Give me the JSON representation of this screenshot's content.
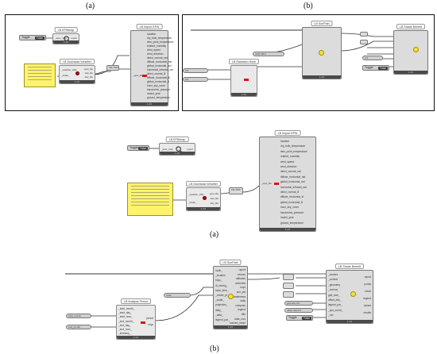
{
  "captions": {
    "top_left": "(a)",
    "top_right": "(b)",
    "middle": "(a)",
    "bottom": "(b)"
  },
  "panel_a_small": {
    "epw_map_title": "LB EPWmap",
    "epw_map_input": "_epw_map",
    "epw_map_output": "report",
    "toggle_label": "Toggle",
    "toggle_value": "False",
    "download_title": "LB Download Weather",
    "download_inputs": [
      "_weather_URL",
      "_folder_"
    ],
    "download_outputs": [
      "epw_file",
      "stat_file",
      "ddy_file"
    ],
    "file_path_label": "File Path",
    "import_title": "LB Import EPW",
    "import_input": "_epw_file",
    "footer": "1.4.0"
  },
  "panel_b_small": {
    "sunpath_title": "LB SunPath",
    "radiation_title": "LB Radiation Rose",
    "shade_title": "LB Shade Benefit",
    "slider_1": "48,0",
    "slider_2": "0,0",
    "toggle_label": "Toggle",
    "toggle_value": "False",
    "north_label": "north",
    "values": [
      "0.0",
      "1.0"
    ],
    "footer": "1.4.0"
  },
  "middle_graph": {
    "toggle_label": "Toggle",
    "toggle_value": "False",
    "epw_map_title": "LB EPWmap",
    "epw_map_input": "_epw_map",
    "epw_map_output": "report",
    "download_title": "LB Download Weather",
    "download_inputs": [
      "_weather_URL",
      "_folder_"
    ],
    "download_outputs": [
      "epw_file",
      "stat_file",
      "ddy_file"
    ],
    "file_path_label": "File Path",
    "import_title": "LB Import EPW",
    "import_input": "_epw_file",
    "import_outputs": [
      "location",
      "dry_bulb_temperature",
      "dew_point_temperature",
      "relative_humidity",
      "wind_speed",
      "wind_direction",
      "direct_normal_rad",
      "diffuse_horizontal_rad",
      "global_horizontal_rad",
      "horizontal_infrared_rad",
      "direct_normal_ill",
      "diffuse_horizontal_ill",
      "global_horizontal_ill",
      "horiz_sky_cover",
      "barometric_pressure",
      "model_year",
      "ground_temperature"
    ],
    "footer": "1.4.0"
  },
  "bottom_graph": {
    "sunpath_title": "LB SunPath",
    "sunpath_inputs": [
      "north_",
      "_location",
      "hoys_",
      "dl_saving_",
      "solar_time_",
      "_center_pt_",
      "_scale_",
      "projection_",
      "daily_",
      "_data_",
      "legend_par_"
    ],
    "sunpath_outputs": [
      "report",
      "vectors",
      "altitudes",
      "azimuths",
      "hoys",
      "sun_pts",
      "analemma",
      "daily",
      "compass",
      "legend",
      "title",
      "data_crvs",
      "colored_mesh"
    ],
    "hoys_title": "LB Analysis Period",
    "hoys_inputs": [
      "_start_month_",
      "_start_day_",
      "_start_hour_",
      "_end_month_",
      "_end_day_",
      "_end_hour_",
      "_timestep_"
    ],
    "hoys_outputs": [
      "period",
      "hoys"
    ],
    "shade_title": "LB Shade Benefit",
    "shade_inputs": [
      "_vectors",
      "_context",
      "_geometry",
      "_normal_",
      "grid_size_",
      "offset_dist_",
      "legend_par_",
      "_cpu_count_",
      "_run"
    ],
    "shade_outputs": [
      "report",
      "points",
      "mesh",
      "legend",
      "values",
      "results"
    ],
    "slider_node": "node",
    "slider_1": "start_month",
    "slider_2": "end_month",
    "slider_3": "grid size",
    "slider_4": "offset dist",
    "slider_value_1": "5.0",
    "slider_value_2": "0.5",
    "toggle_label": "Toggle",
    "toggle_value": "False",
    "footer": "1.4.0"
  },
  "colors": {
    "wire": "#3a3a3a",
    "component_bg": "#e2e2e2",
    "sticky_note": "#fff36b",
    "status_red": "#b80000",
    "sun_yellow": "#f3e23a"
  }
}
